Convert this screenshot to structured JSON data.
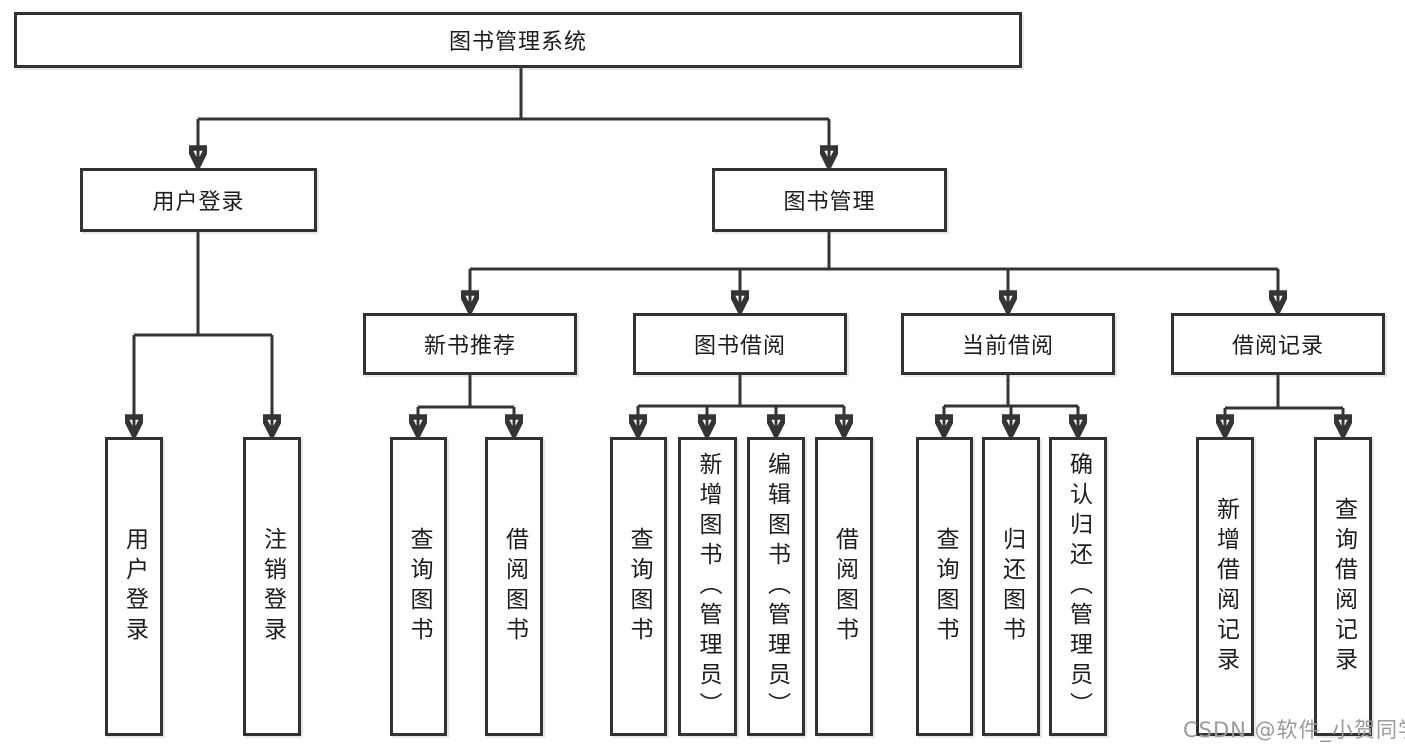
{
  "diagram": {
    "title": "图书管理系统",
    "type": "hierarchy-tree",
    "tree": {
      "图书管理系统": {
        "用户登录": [
          "用户登录",
          "注销登录"
        ],
        "图书管理": {
          "新书推荐": [
            "查询图书",
            "借阅图书"
          ],
          "图书借阅": [
            "查询图书",
            "新增图书（管理员）",
            "编辑图书（管理员）",
            "借阅图书"
          ],
          "当前借阅": [
            "查询图书",
            "归还图书",
            "确认归还（管理员）"
          ],
          "借阅记录": [
            "新增借阅记录",
            "查询借阅记录"
          ]
        }
      }
    }
  },
  "nodes": {
    "root": "图书管理系统",
    "user_login": "用户登录",
    "book_management": "图书管理",
    "new_book_recommend": "新书推荐",
    "book_borrowing": "图书借阅",
    "current_borrowing": "当前借阅",
    "borrowing_records": "借阅记录",
    "leaf_user_login": "用户登录",
    "leaf_logout": "注销登录",
    "leaf_query_books_a": "查询图书",
    "leaf_borrow_books_a": "借阅图书",
    "leaf_query_books_b": "查询图书",
    "leaf_add_books": "新增图书（管理员）",
    "leaf_edit_books": "编辑图书（管理员）",
    "leaf_borrow_books_b": "借阅图书",
    "leaf_query_books_c": "查询图书",
    "leaf_return_books": "归还图书",
    "leaf_confirm_return": "确认归还（管理员）",
    "leaf_add_borrow_record": "新增借阅记录",
    "leaf_query_borrow_record": "查询借阅记录"
  },
  "watermark": "CSDN @软件_小贺同学",
  "colors": {
    "line": "#343434",
    "box_border": "#323232",
    "box_fill": "#ffffff",
    "text": "#1c1c1c",
    "watermark": "#9b9b9b",
    "background": "#ffffff"
  }
}
